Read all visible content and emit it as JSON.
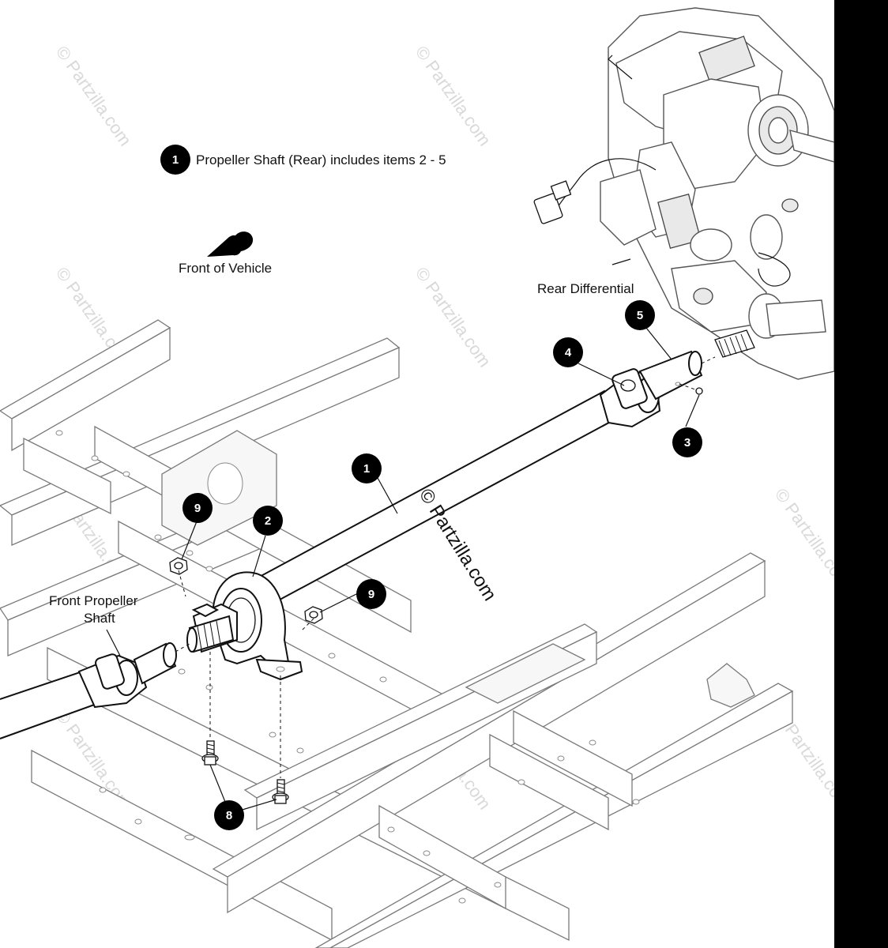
{
  "legend": {
    "number": "1",
    "text": "Propeller Shaft (Rear) includes items 2 - 5"
  },
  "labels": {
    "front_of_vehicle": "Front of Vehicle",
    "rear_differential": "Rear Differential",
    "front_propeller_shaft_line1": "Front Propeller",
    "front_propeller_shaft_line2": "Shaft"
  },
  "callouts": {
    "c1": "1",
    "c2": "2",
    "c3": "3",
    "c4": "4",
    "c5": "5",
    "c8": "8",
    "c9a": "9",
    "c9b": "9"
  },
  "watermark": {
    "text": "© Partzilla.com",
    "color": "#d9d9d9"
  },
  "colors": {
    "callout_fill": "#000000",
    "line": "#111111",
    "frame": "#7a7a7a",
    "side_strip": "#000000"
  }
}
